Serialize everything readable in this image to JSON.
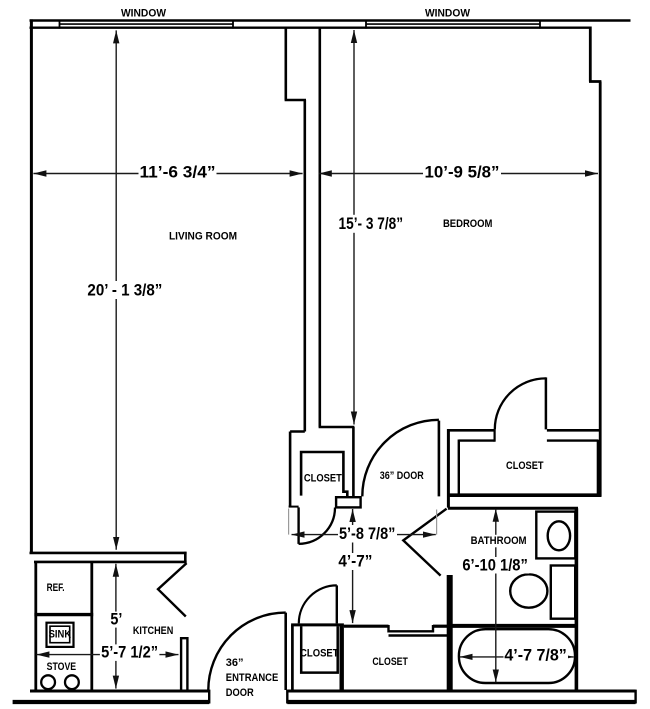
{
  "diagram_type": "apartment floor plan",
  "colors": {
    "line": "#000000",
    "dimension_line": "#1a1a1a",
    "background": "#ffffff"
  },
  "labels": {
    "window_left": "WINDOW",
    "window_right": "WINDOW",
    "living_room": "LIVING ROOM",
    "bedroom": "BEDROOM",
    "kitchen": "KITCHEN",
    "bathroom": "BATHROOM",
    "closet_hall": "CLOSET",
    "closet_bedroom": "CLOSET",
    "closet_entry": "CLOSET",
    "closet_lower": "CLOSET",
    "ref": "REF.",
    "sink": "SINK",
    "stove": "STOVE",
    "door_hall": "36” DOOR",
    "entrance_size": "36”",
    "entrance_word1": "ENTRANCE",
    "entrance_word2": "DOOR"
  },
  "dimensions": {
    "living_width": "11’-6 3/4”",
    "living_length": "20’ - 1 3/8”",
    "bedroom_width": "10’-9 5/8”",
    "bedroom_length": "15’- 3 7/8”",
    "hall_width": "5’-8 7/8”",
    "hall_length": "4’-7”",
    "bathroom_length": "6’-10 1/8”",
    "tub_length": "4’-7 7/8”",
    "kitchen_length": "5’",
    "kitchen_width": "5’-7 1/2”"
  }
}
